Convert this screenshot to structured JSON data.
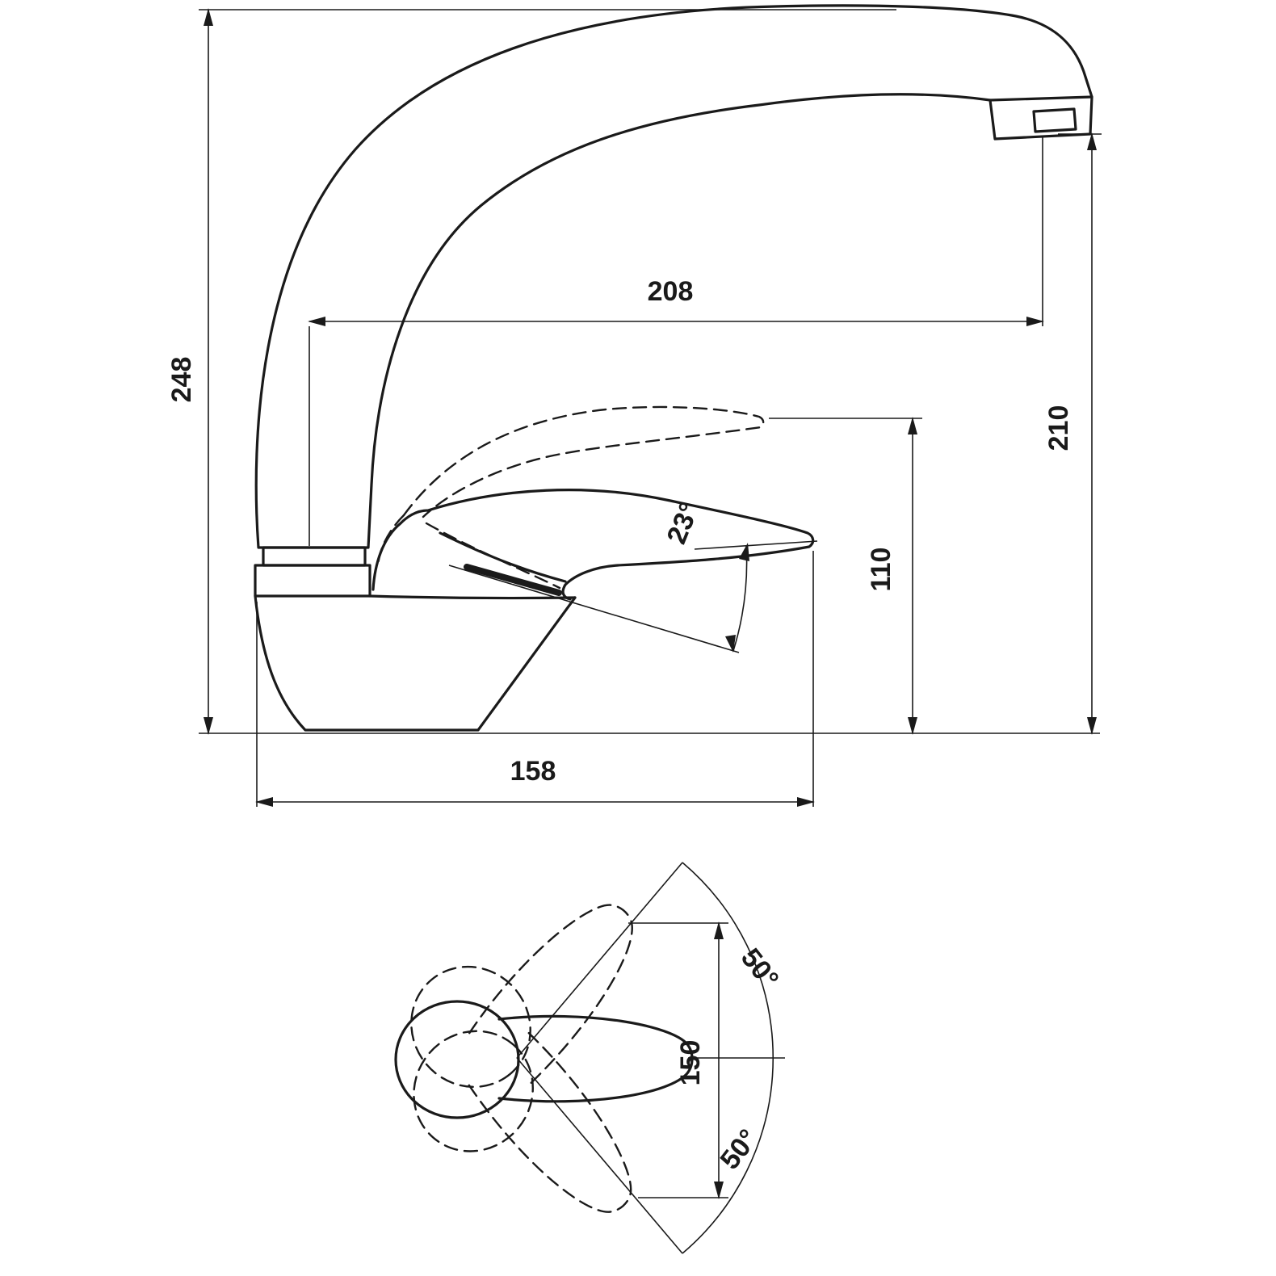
{
  "side_view": {
    "overall_height_mm": "248",
    "spout_reach_mm": "208",
    "spout_outlet_height_mm": "210",
    "handle_tip_height_mm": "110",
    "handle_lift_angle": "23°",
    "overall_depth_mm": "158"
  },
  "top_view": {
    "handle_span_mm": "150",
    "swivel_angle_upper": "50°",
    "swivel_angle_lower": "50°"
  },
  "colors": {
    "line": "#1a1a1a",
    "background": "#ffffff"
  }
}
